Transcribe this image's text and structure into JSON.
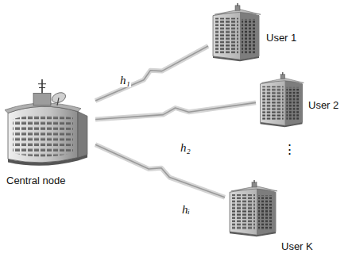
{
  "diagram": {
    "nodes": [
      {
        "text": [
          "Central node"
        ]
      },
      {
        "text": [
          "User 1"
        ]
      },
      {
        "text": [
          "User 2"
        ]
      },
      {
        "text": [
          "User K"
        ]
      }
    ],
    "edges": [
      {
        "from": 0,
        "to": 1,
        "arrow": "none",
        "label": "h₁"
      },
      {
        "from": 0,
        "to": 2,
        "arrow": "none",
        "label": "h₂"
      },
      {
        "from": 0,
        "to": 3,
        "arrow": "none",
        "label": "hᵢ"
      }
    ],
    "labels": [
      "⋮"
    ]
  }
}
